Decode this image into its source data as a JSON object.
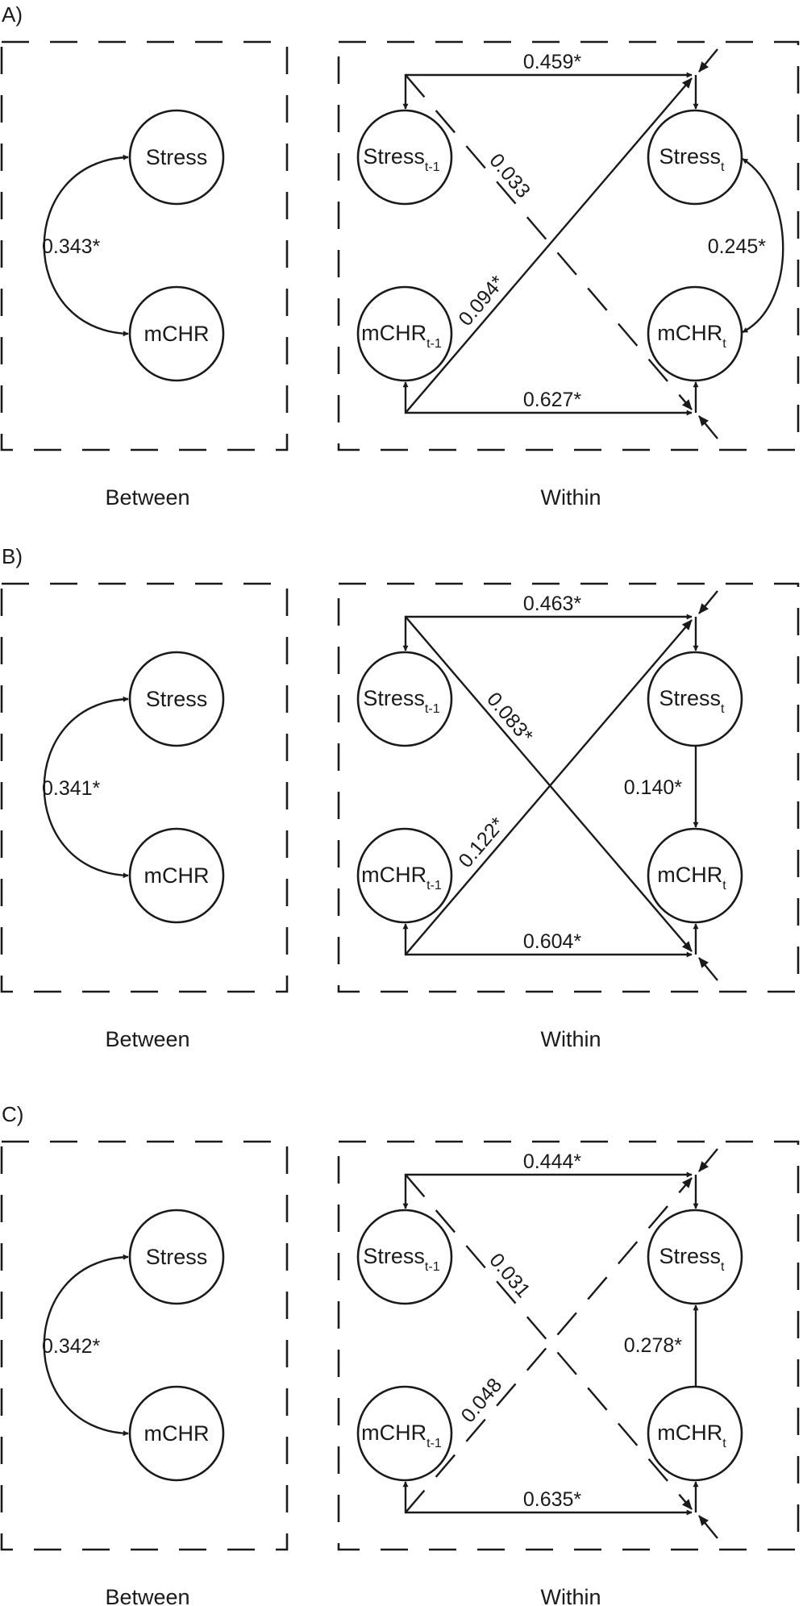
{
  "panels": [
    {
      "panel_label": "A)",
      "between": {
        "caption": "Between",
        "correlation": "0.343*"
      },
      "within": {
        "caption": "Within",
        "stress_autoregressive": "0.459*",
        "mchr_autoregressive": "0.627*",
        "stress_to_mchr_lagged": "0.033",
        "stress_to_mchr_significant": false,
        "mchr_to_stress_lagged": "0.094*",
        "mchr_to_stress_significant": true,
        "contemporaneous": "0.245*",
        "contemporaneous_type": "covariance"
      }
    },
    {
      "panel_label": "B)",
      "between": {
        "caption": "Between",
        "correlation": "0.341*"
      },
      "within": {
        "caption": "Within",
        "stress_autoregressive": "0.463*",
        "mchr_autoregressive": "0.604*",
        "stress_to_mchr_lagged": "0.083*",
        "stress_to_mchr_significant": true,
        "mchr_to_stress_lagged": "0.122*",
        "mchr_to_stress_significant": true,
        "contemporaneous": "0.140*",
        "contemporaneous_type": "stress-to-mchr"
      }
    },
    {
      "panel_label": "C)",
      "between": {
        "caption": "Between",
        "correlation": "0.342*"
      },
      "within": {
        "caption": "Within",
        "stress_autoregressive": "0.444*",
        "mchr_autoregressive": "0.635*",
        "stress_to_mchr_lagged": "0.031",
        "stress_to_mchr_significant": false,
        "mchr_to_stress_lagged": "0.048",
        "mchr_to_stress_significant": false,
        "contemporaneous": "0.278*",
        "contemporaneous_type": "mchr-to-stress"
      }
    }
  ],
  "nodes": {
    "stress": "Stress",
    "mchr": "mCHR",
    "lag_subscript": "t-1",
    "current_subscript": "t"
  }
}
